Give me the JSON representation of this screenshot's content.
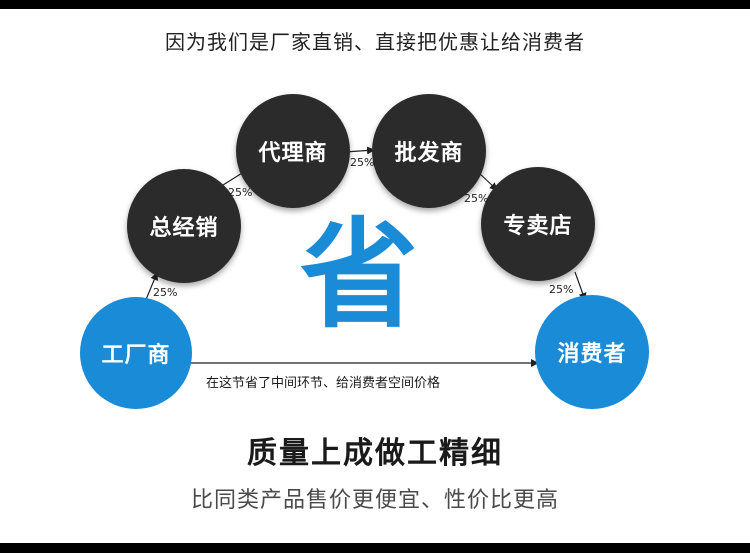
{
  "headline": "因为我们是厂家直销、直接把优惠让给消费者",
  "center_char": "省",
  "nodes": {
    "factory": "工厂商",
    "general": "总经销",
    "agent": "代理商",
    "wholesaler": "批发商",
    "store": "专卖店",
    "consumer": "消费者"
  },
  "percent_labels": [
    "25%",
    "25%",
    "25%",
    "25%",
    "25%"
  ],
  "bottom_note": "在这节省了中间环节、给消费者空间价格",
  "slogan": "质量上成做工精细",
  "subslogan": "比同类产品售价更便宜、性价比更高",
  "colors": {
    "accent_blue": "#1a8bd7",
    "dark_node": "#2b2b2b"
  }
}
